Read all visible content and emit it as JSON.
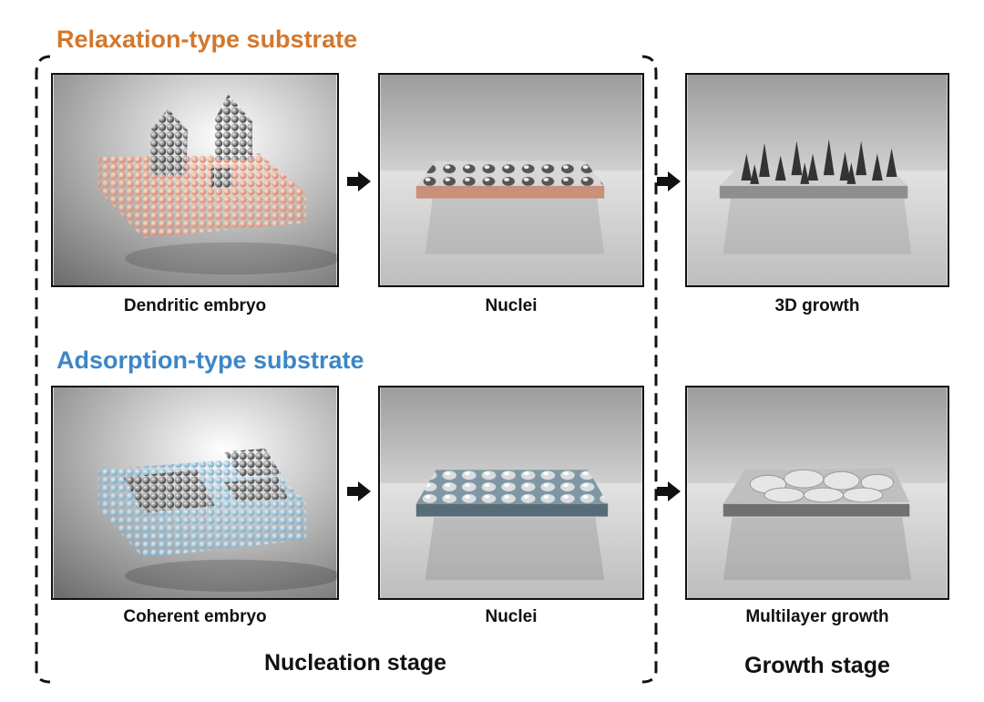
{
  "rows": [
    {
      "heading": "Relaxation-type substrate",
      "heading_color": "#d4772c",
      "substrate_color": "#e6a184",
      "captions": [
        "Dendritic embryo",
        "Nuclei",
        "3D growth"
      ]
    },
    {
      "heading": "Adsorption-type substrate",
      "heading_color": "#3d86c6",
      "substrate_color": "#9cc8e4",
      "captions": [
        "Coherent embryo",
        "Nuclei",
        "Multilayer growth"
      ]
    }
  ],
  "stages": {
    "nucleation": "Nucleation stage",
    "growth": "Growth stage"
  },
  "icons": [
    "right-arrow-icon",
    "right-arrow-icon",
    "right-arrow-icon",
    "right-arrow-icon"
  ]
}
